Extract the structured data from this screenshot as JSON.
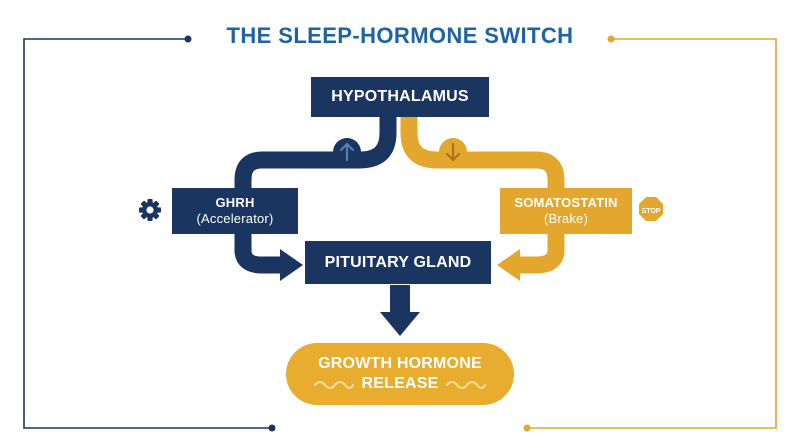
{
  "title": "THE SLEEP-HORMONE SWITCH",
  "nodes": {
    "hypothalamus": "HYPOTHALAMUS",
    "ghrh": {
      "name": "GHRH",
      "role": "(Accelerator)"
    },
    "somatostatin": {
      "name": "SOMATOSTATIN",
      "role": "(Brake)"
    },
    "pituitary": "PITUITARY GLAND",
    "growth_hormone": {
      "line1": "GROWTH HORMONE",
      "line2": "RELEASE"
    }
  },
  "badges": {
    "stop_sign": "STOP"
  },
  "icons": {
    "accelerator": "gear-icon",
    "brake": "stop-sign-icon",
    "stimulate": "arrow-up-icon",
    "inhibit": "arrow-down-icon"
  },
  "colors": {
    "navy": "#1a3660",
    "gold": "#e3a72d",
    "title_blue": "#1f63a3"
  }
}
